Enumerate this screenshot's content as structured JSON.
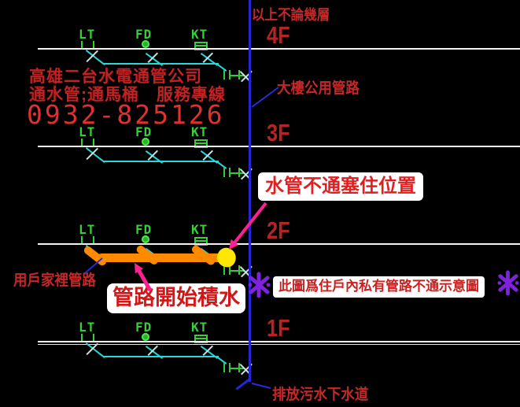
{
  "company": {
    "name": "高雄二台水電通管公司",
    "services": "通水管;通馬桶　服務專線",
    "phone": "0932-825126"
  },
  "labels": {
    "top_note": "以上不論幾層",
    "building_shared_pipe": "大樓公用管路",
    "household_pipe": "用戶家裡管路",
    "sewer": "排放污水下水道",
    "blockage_position": "水管不通塞住位置",
    "water_accumulation": "管路開始積水",
    "diagram_note": "此圖爲住戶內私有管路不通示意圖"
  },
  "floors": [
    {
      "label": "4F"
    },
    {
      "label": "3F"
    },
    {
      "label": "2F"
    },
    {
      "label": "1F"
    }
  ],
  "fixtures": {
    "lt": "LT",
    "fd": "FD",
    "kt": "KT"
  },
  "colors": {
    "background": "#000000",
    "pipe_cyan": "#28d8d8",
    "main_stack_blue": "#2626d6",
    "fixture_green": "#35d035",
    "annotation_red": "#c62828",
    "floor_label_red": "#b42424",
    "highlight_orange": "#ff8a00",
    "blockage_yellow": "#ffe800",
    "arrow_pink": "#ff2090",
    "star_purple": "#7e22dd",
    "floor_line_white": "#f2f2f2"
  }
}
